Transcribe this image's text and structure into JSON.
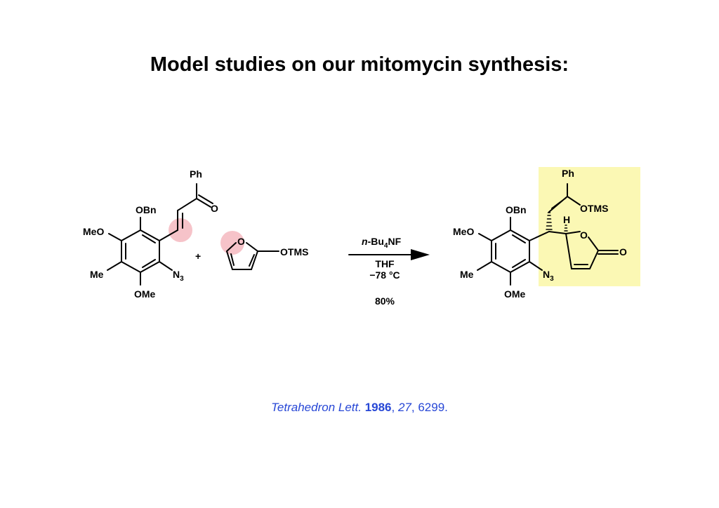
{
  "title": "Model studies on our mitomycin synthesis:",
  "reaction": {
    "reactant1": {
      "labels": {
        "ph": "Ph",
        "o": "O",
        "obn": "OBn",
        "meo": "MeO",
        "me": "Me",
        "ome": "OMe",
        "n": "N",
        "n_sub": "3"
      }
    },
    "plus": "+",
    "reactant2": {
      "labels": {
        "o": "O",
        "otms": "OTMS"
      }
    },
    "conditions": {
      "reagent_prefix": "n",
      "reagent_mid": "-Bu",
      "reagent_sub": "4",
      "reagent_suffix": "NF",
      "solvent": "THF",
      "temperature": "−78 °C",
      "yield": "80%"
    },
    "product": {
      "labels": {
        "ph": "Ph",
        "otms": "OTMS",
        "h": "H",
        "o_ring": "O",
        "o_carbonyl": "O",
        "obn": "OBn",
        "meo": "MeO",
        "me": "Me",
        "ome": "OMe",
        "n": "N",
        "n_sub": "3"
      }
    },
    "highlight_colors": {
      "reactive_site": "#f4b8c0",
      "new_fragment": "#fbf8b4"
    }
  },
  "citation": {
    "journal": "Tetrahedron Lett.",
    "year": "1986",
    "volume": "27",
    "page": "6299."
  }
}
